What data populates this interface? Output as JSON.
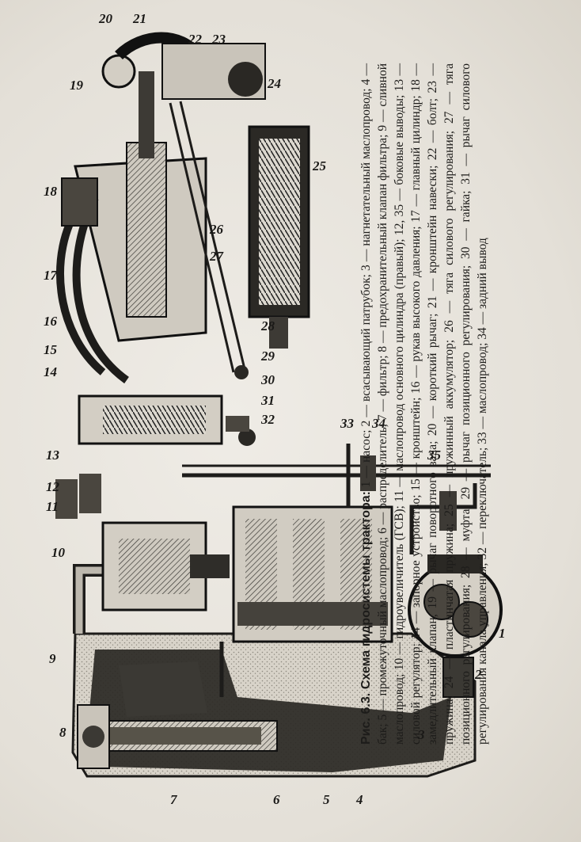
{
  "figure": {
    "title": "Рис. 6.3. Схема гидросистемы трактора:",
    "legend": "1 — насос; 2 — всасывающий патрубок; 3 — нагнетательный маслопровод; 4 — бак; 5 — промежуточный маслопровод; 6 — распределитель; 7 — фильтр; 8 — предохранительный клапан фильтра; 9 — сливной маслопровод; 10 — гидроувеличитель (ГСВ); 11 — маслопровод основного цилиндра (правый); 12, 35 — боковые выводы; 13 — силовой регулятор; 14 — запорное устройство; 15 — кронштейн; 16 — рукав высокого давления; 17 — главный цилиндр; 18 — замедлительный клапан; 19 — рычаг поворотного вала; 20 — короткий рычаг; 21 — кронштейн навески; 22 — болт; 23 — пружина; 24 — пластинчатая пружина; 25 — пружинный аккумулятор; 26 — тяга силового регулирования; 27 — тяга позиционного регулирования; 28 — муфта; 29 — рычаг позиционного регулирования; 30 — гайка; 31 — рычаг силового регулирования канала управления; 32 — переключатель; 33 — маслопровод; 34 — задний вывод"
  },
  "callouts": {
    "c1": "1",
    "c2": "2",
    "c3": "3",
    "c4": "4",
    "c5": "5",
    "c6": "6",
    "c7": "7",
    "c8": "8",
    "c9": "9",
    "c10": "10",
    "c11": "11",
    "c12": "12",
    "c13": "13",
    "c14": "14",
    "c15": "15",
    "c16": "16",
    "c17": "17",
    "c18": "18",
    "c19": "19",
    "c20": "20",
    "c21": "21",
    "c22": "22",
    "c23": "23",
    "c24": "24",
    "c25": "25",
    "c26": "26",
    "c27": "27",
    "c28": "28",
    "c29": "29",
    "c30": "30",
    "c31": "31",
    "c32": "32",
    "c33": "33",
    "c34": "34",
    "c35": "35"
  },
  "colors": {
    "ink": "#1d1c1a",
    "paper": "#e9e6df",
    "oil": "#2a2824",
    "stipple": "#9c978d"
  }
}
